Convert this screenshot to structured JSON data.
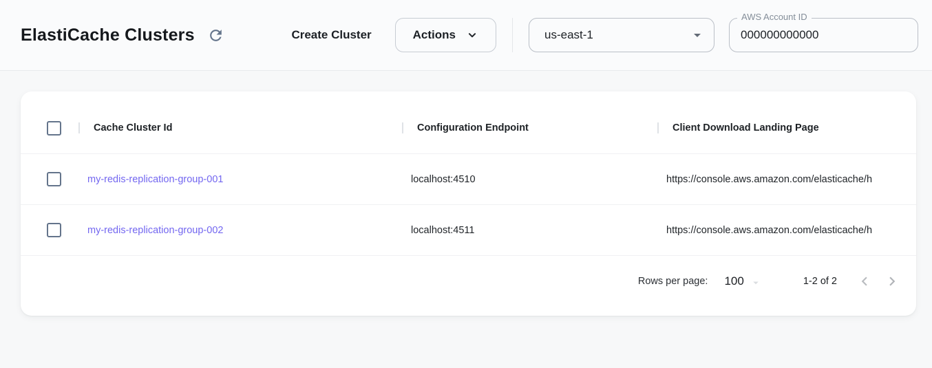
{
  "app": {
    "title": "ElastiCache Clusters"
  },
  "toolbar": {
    "create_cluster_label": "Create Cluster",
    "actions_label": "Actions",
    "region": {
      "selected": "us-east-1"
    },
    "account": {
      "label": "AWS Account ID",
      "value": "000000000000"
    }
  },
  "table": {
    "columns": [
      {
        "label": "Cache Cluster Id"
      },
      {
        "label": "Configuration Endpoint"
      },
      {
        "label": "Client Download Landing Page"
      }
    ],
    "rows": [
      {
        "id": "my-redis-replication-group-001",
        "endpoint": "localhost:4510",
        "landing_page": "https://console.aws.amazon.com/elasticache/h"
      },
      {
        "id": "my-redis-replication-group-002",
        "endpoint": "localhost:4511",
        "landing_page": "https://console.aws.amazon.com/elasticache/h"
      }
    ]
  },
  "pagination": {
    "rows_per_page_label": "Rows per page:",
    "rows_per_page_value": "100",
    "range": "1-2 of 2"
  },
  "colors": {
    "link": "#7367f0",
    "checkbox_border": "#64748b",
    "page_background": "#f7f8f9",
    "appbar_background": "#fafbfc"
  }
}
